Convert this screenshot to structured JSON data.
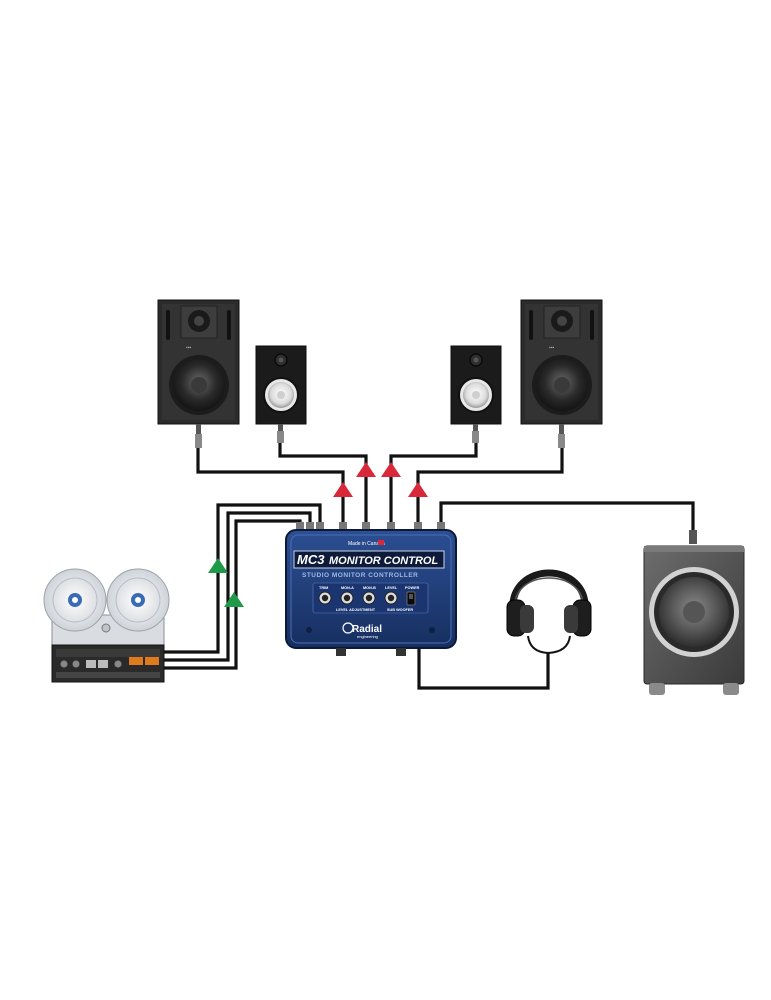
{
  "colors": {
    "background": "#ffffff",
    "cable": "#111111",
    "output_arrow": "#d8283a",
    "input_arrow": "#1f9a48",
    "controller_body": "#1f3f7e",
    "controller_text": "#ffffff"
  },
  "controller": {
    "origin_label": "Made in Canada",
    "model": "MC3",
    "product_name": "MONITOR CONTROL",
    "subtitle": "STUDIO MONITOR CONTROLLER",
    "knob_labels": [
      "TRIM",
      "MON-A",
      "MON-B",
      "LEVEL",
      "POWER"
    ],
    "level_adjustment_label": "LEVEL ADJUSTMENT",
    "sub_woofer_label": "SUB WOOFER",
    "brand": "Radial",
    "brand_sub": "engineering"
  },
  "components": [
    {
      "name": "large-monitor-left",
      "icon": "large-studio-monitor-icon"
    },
    {
      "name": "small-monitor-left",
      "icon": "small-studio-monitor-icon"
    },
    {
      "name": "small-monitor-right",
      "icon": "small-studio-monitor-icon"
    },
    {
      "name": "large-monitor-right",
      "icon": "large-studio-monitor-icon"
    },
    {
      "name": "reel-to-reel",
      "icon": "tape-recorder-icon"
    },
    {
      "name": "headphones",
      "icon": "headphones-icon"
    },
    {
      "name": "subwoofer",
      "icon": "subwoofer-icon"
    }
  ]
}
